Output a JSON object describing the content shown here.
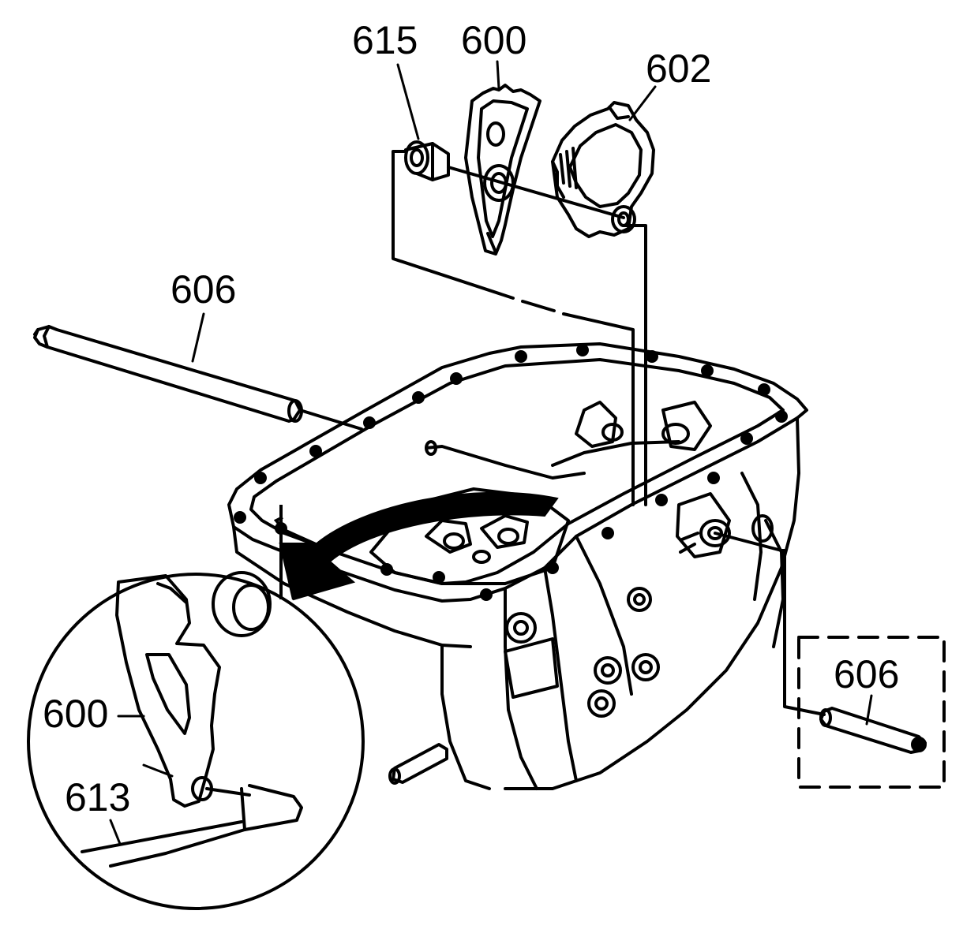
{
  "colors": {
    "ink": "#000000",
    "paper": "#ffffff"
  },
  "callouts": {
    "c615": "615",
    "c600_top": "600",
    "c602": "602",
    "c606_left": "606",
    "c606_right": "606",
    "c600_detail": "600",
    "c613": "613"
  },
  "icons": {
    "rotation_arrow": "curved-arrow-icon"
  }
}
